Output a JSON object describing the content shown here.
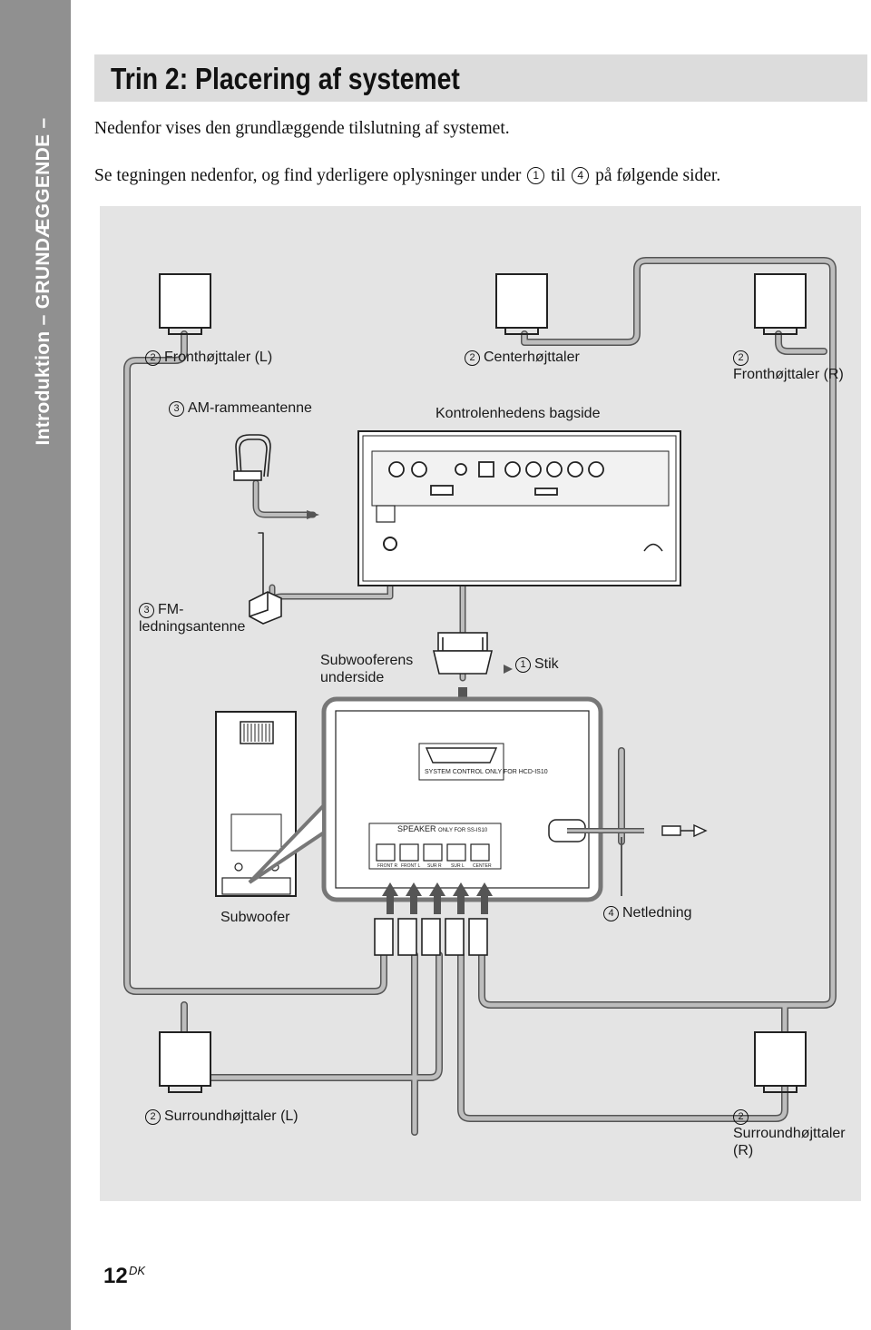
{
  "sidebar": {
    "section_label": "Introduktion – GRUNDÆGGENDE –"
  },
  "header": {
    "title": "Trin 2: Placering af systemet"
  },
  "intro": {
    "line1": "Nedenfor vises den grundlæggende tilslutning af systemet.",
    "line2_before": "Se tegningen nedenfor, og find yderligere oplysninger under",
    "line2_num1": "1",
    "line2_mid": "til",
    "line2_num2": "4",
    "line2_after": "på følgende sider."
  },
  "diagram": {
    "labels": {
      "front_left": {
        "num": "2",
        "text": "Fronthøjttaler (L)"
      },
      "center": {
        "num": "2",
        "text": "Centerhøjttaler"
      },
      "front_right": {
        "num": "2",
        "text": "Fronthøjttaler (R)"
      },
      "am_antenna": {
        "num": "3",
        "text": "AM-rammeantenne"
      },
      "control_unit_back": {
        "text": "Kontrolenhedens bagside"
      },
      "fm_antenna": {
        "num": "3",
        "text": "FM-ledningsantenne"
      },
      "subwoofer_bottom": {
        "text": "Subwooferens underside"
      },
      "plug": {
        "num": "1",
        "text": "Stik"
      },
      "subwoofer": {
        "text": "Subwoofer"
      },
      "power_cord": {
        "num": "4",
        "text": "Netledning"
      },
      "surround_left": {
        "num": "2",
        "text": "Surroundhøjttaler (L)"
      },
      "surround_right": {
        "num": "2",
        "text": "Surroundhøjttaler (R)"
      }
    },
    "panel_text": {
      "system_control": "SYSTEM CONTROL",
      "system_control_note": "ONLY FOR HCD-IS10",
      "speaker": "SPEAKER",
      "speaker_note": "ONLY FOR SS-IS10",
      "terminals": [
        "FRONT R",
        "FRONT L",
        "SUR R",
        "SUR L",
        "CENTER"
      ]
    }
  },
  "footer": {
    "page_number": "12",
    "page_suffix": "DK"
  }
}
